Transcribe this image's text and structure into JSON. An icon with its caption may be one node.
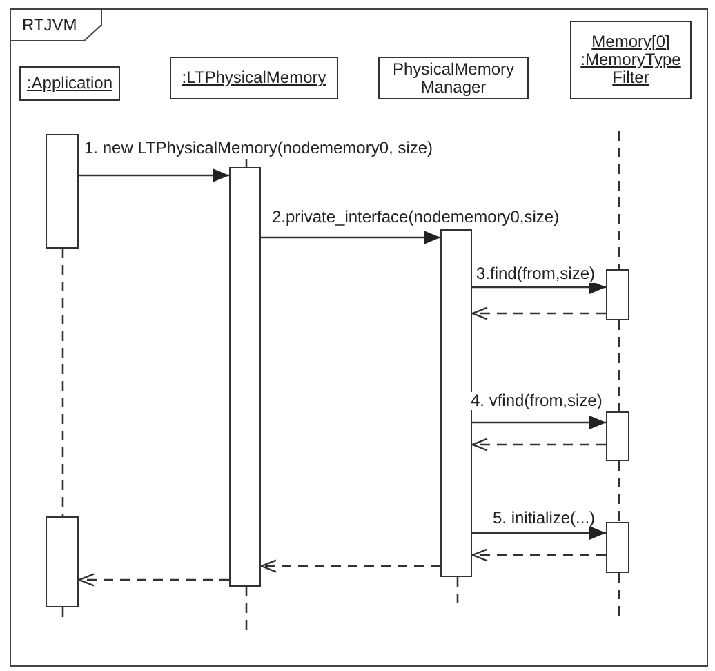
{
  "diagram": {
    "nodes": [
      {
        "text": [
          "RTJVM"
        ]
      },
      {
        "text": [
          ":Application"
        ],
        "in": 0
      },
      {
        "text": [
          ":LTPhysicalMemory"
        ],
        "in": 0
      },
      {
        "text": [
          "PhysicalMemory Manager"
        ],
        "in": 0
      },
      {
        "text": [
          "Memory[0] :MemoryType Filter"
        ],
        "in": 0
      },
      {
        "text": [],
        "shape": "bar",
        "in": 0
      },
      {
        "text": [],
        "shape": "bar",
        "in": 0
      },
      {
        "text": [],
        "shape": "bar",
        "in": 0
      },
      {
        "text": [],
        "shape": "bar",
        "in": 0
      },
      {
        "text": [],
        "shape": "bar",
        "in": 0
      },
      {
        "text": [],
        "shape": "bar",
        "in": 0
      },
      {
        "text": [],
        "shape": "bar",
        "in": 0
      }
    ],
    "edges": [
      {
        "from": 5,
        "to": 6,
        "arrow": "to",
        "label": "1. new LTPhysicalMemory(nodememory0, size)"
      },
      {
        "from": 6,
        "to": 7,
        "arrow": "to",
        "label": "2.private_interface(nodememory0,size)"
      },
      {
        "from": 7,
        "to": 8,
        "arrow": "to",
        "label": "3.find(from,size)"
      },
      {
        "from": 8,
        "to": 7,
        "arrow": "to",
        "style": "dashed"
      },
      {
        "from": 7,
        "to": 9,
        "arrow": "to",
        "label": "4. vfind(from,size)"
      },
      {
        "from": 9,
        "to": 7,
        "arrow": "to",
        "style": "dashed"
      },
      {
        "from": 7,
        "to": 11,
        "arrow": "to",
        "label": "5. initialize(...)"
      },
      {
        "from": 11,
        "to": 7,
        "arrow": "to",
        "style": "dashed"
      },
      {
        "from": 7,
        "to": 6,
        "arrow": "to",
        "style": "dashed"
      },
      {
        "from": 6,
        "to": 10,
        "arrow": "to",
        "style": "dashed"
      },
      {
        "from": null,
        "to": 6,
        "arrow": "none",
        "style": "dashed"
      },
      {
        "from": 6,
        "to": null,
        "arrow": "none",
        "style": "dashed"
      },
      {
        "from": 5,
        "to": 10,
        "arrow": "none",
        "style": "dashed"
      },
      {
        "from": 10,
        "to": null,
        "arrow": "none",
        "style": "dashed"
      },
      {
        "from": 7,
        "to": null,
        "arrow": "none",
        "style": "dashed"
      },
      {
        "from": null,
        "to": 8,
        "arrow": "none",
        "style": "dashed"
      },
      {
        "from": 8,
        "to": 9,
        "arrow": "none",
        "style": "dashed"
      },
      {
        "from": 9,
        "to": 11,
        "arrow": "none",
        "style": "dashed"
      },
      {
        "from": 11,
        "to": null,
        "arrow": "none",
        "style": "dashed"
      }
    ]
  }
}
